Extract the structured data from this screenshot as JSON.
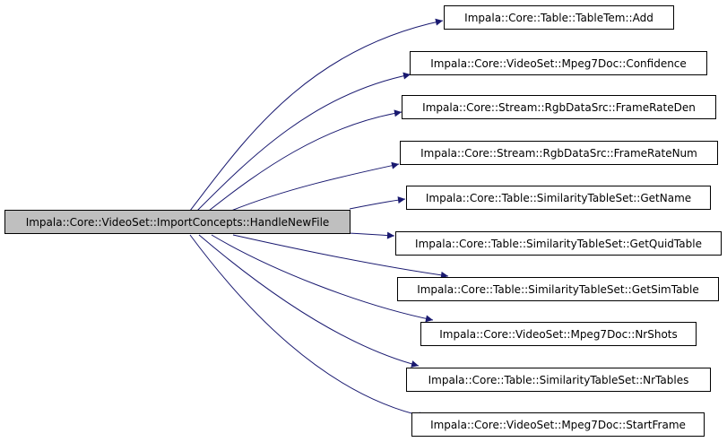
{
  "root": {
    "label": "Impala::Core::VideoSet::ImportConcepts::HandleNewFile",
    "fill": "#bfbfbf"
  },
  "callees": [
    {
      "label": "Impala::Core::Table::TableTem::Add"
    },
    {
      "label": "Impala::Core::VideoSet::Mpeg7Doc::Confidence"
    },
    {
      "label": "Impala::Core::Stream::RgbDataSrc::FrameRateDen"
    },
    {
      "label": "Impala::Core::Stream::RgbDataSrc::FrameRateNum"
    },
    {
      "label": "Impala::Core::Table::SimilarityTableSet::GetName"
    },
    {
      "label": "Impala::Core::Table::SimilarityTableSet::GetQuidTable"
    },
    {
      "label": "Impala::Core::Table::SimilarityTableSet::GetSimTable"
    },
    {
      "label": "Impala::Core::VideoSet::Mpeg7Doc::NrShots"
    },
    {
      "label": "Impala::Core::Table::SimilarityTableSet::NrTables"
    },
    {
      "label": "Impala::Core::VideoSet::Mpeg7Doc::StartFrame"
    }
  ],
  "edge_color": "#191970"
}
